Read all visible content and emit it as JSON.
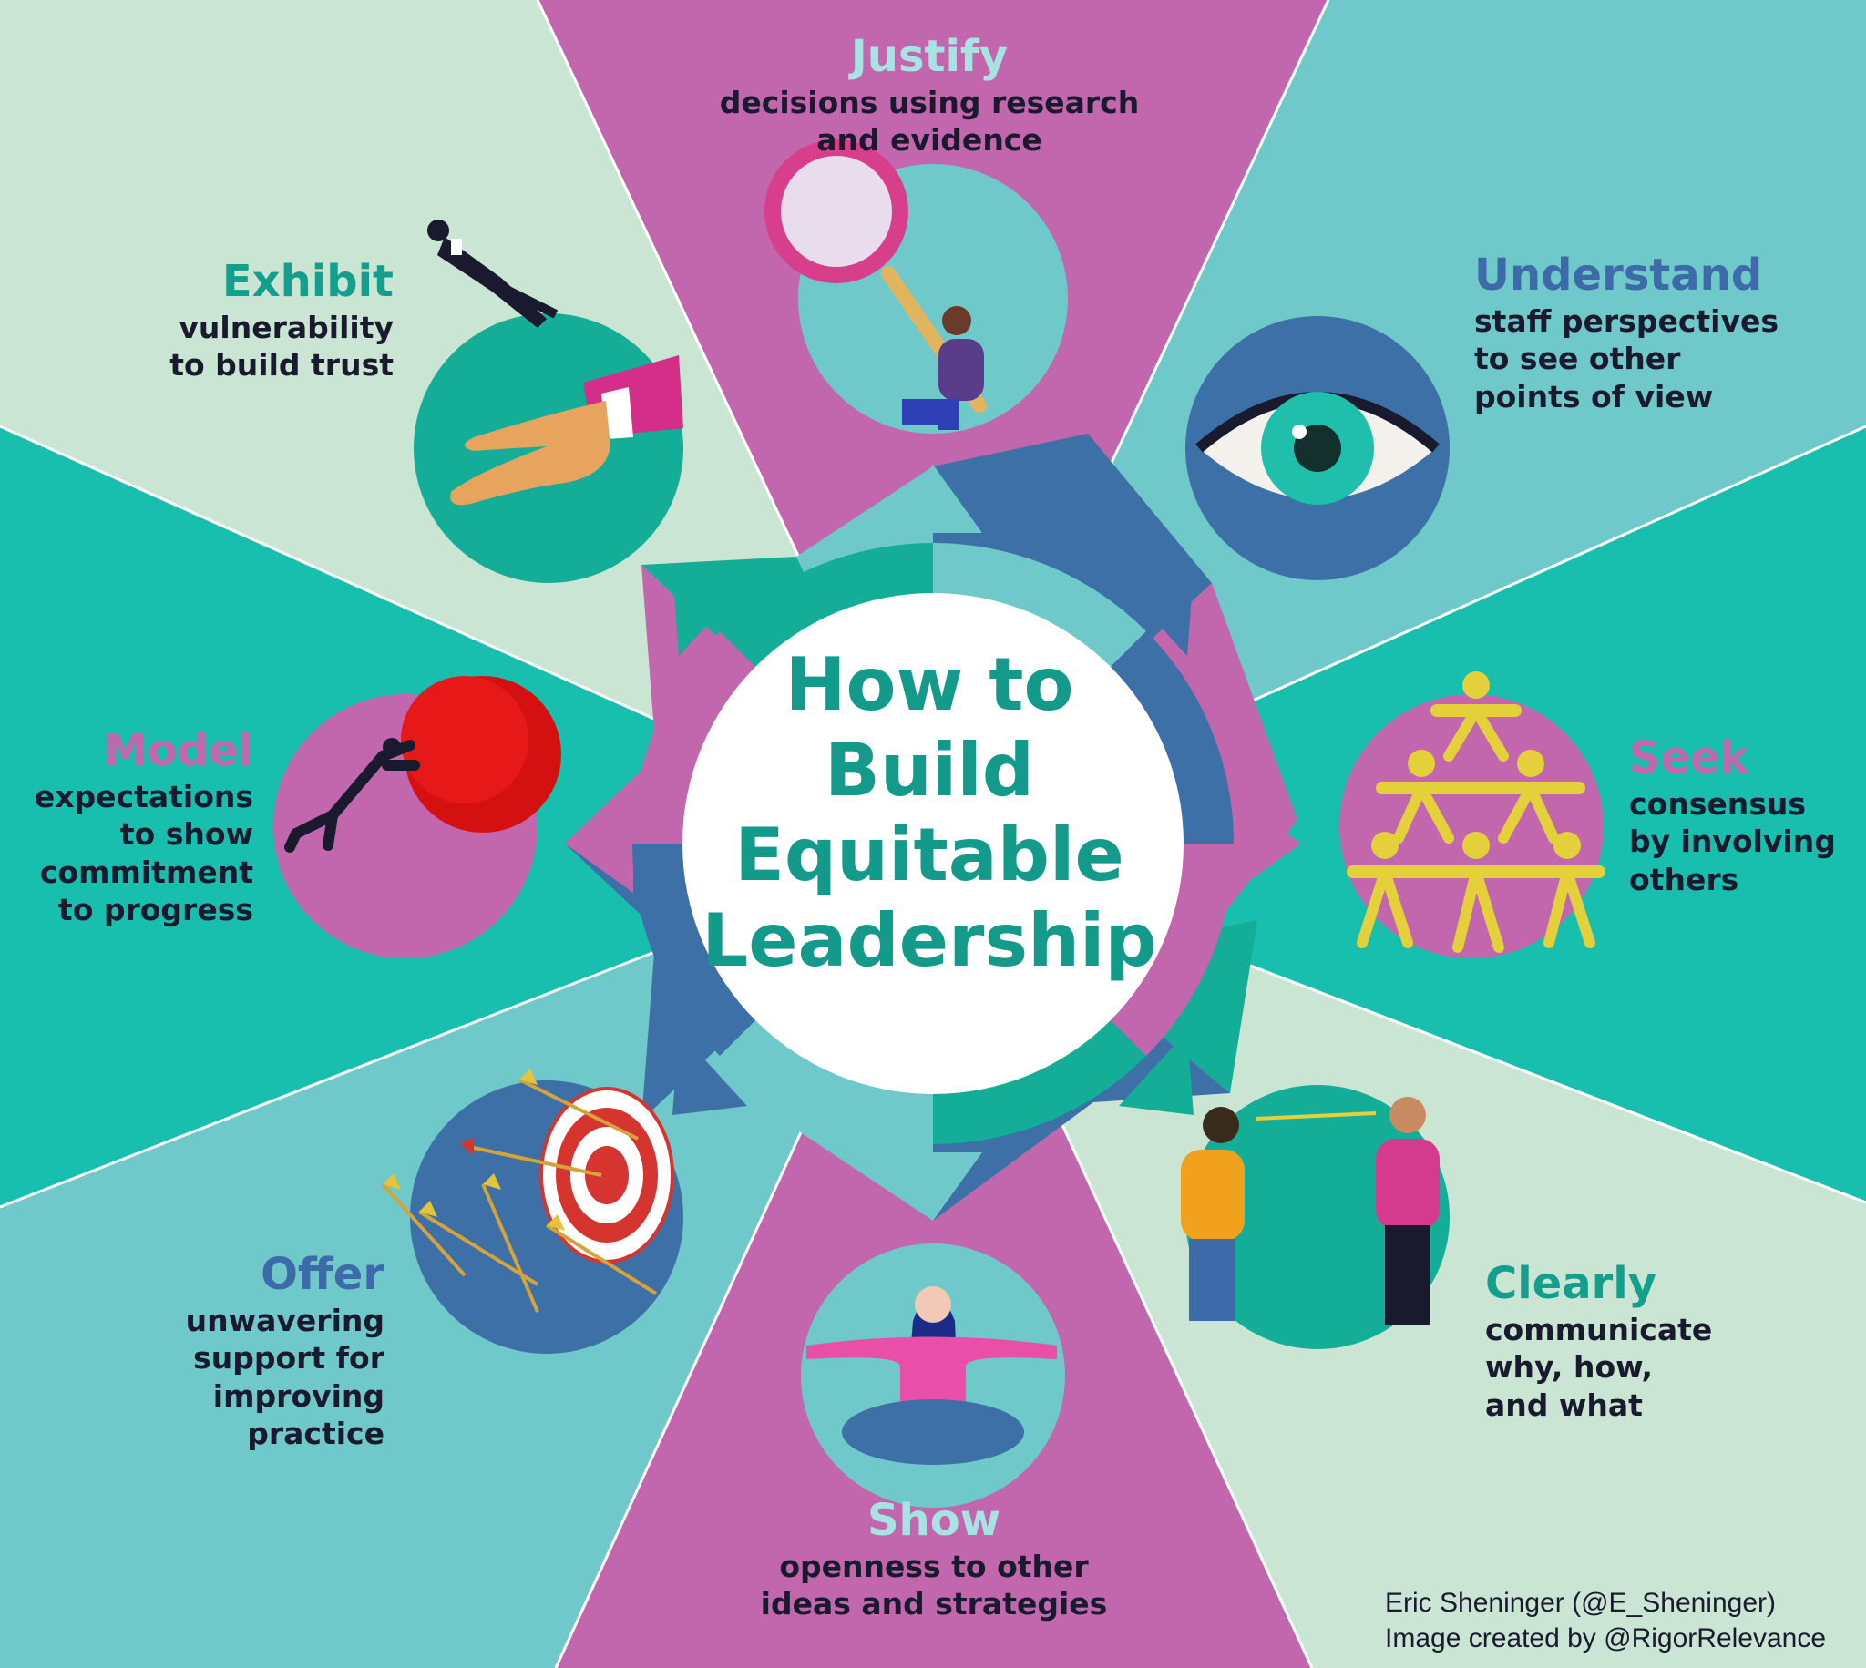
{
  "title": "How to Build Equitable Leadership",
  "title_lines": [
    "How to",
    "Build",
    "Equitable",
    "Leadership"
  ],
  "colors": {
    "teal": "#18bfae",
    "light_teal": "#6fc8c9",
    "pale_green": "#cae5d3",
    "magenta": "#c266ae",
    "deep_teal": "#14ad98",
    "blue": "#3e70a8",
    "title_teal": "#149a8b",
    "red_ball": "#d51010",
    "yellow": "#e3d03a"
  },
  "sections": [
    {
      "id": "justify",
      "heading": "Justify",
      "body": [
        "decisions using research",
        "and evidence"
      ],
      "heading_color": "#a8e3e4",
      "icon": "magnifying-glass-icon"
    },
    {
      "id": "understand",
      "heading": "Understand",
      "body": [
        "staff perspectives",
        "to see other",
        "points of view"
      ],
      "heading_color": "#3d6aa8",
      "icon": "eye-icon"
    },
    {
      "id": "seek",
      "heading": "Seek",
      "body": [
        "consensus",
        "by involving",
        "others"
      ],
      "heading_color": "#c266ae",
      "icon": "people-pyramid-icon"
    },
    {
      "id": "clearly",
      "heading": "Clearly",
      "body": [
        "communicate",
        "why, how,",
        "and what"
      ],
      "heading_color": "#149e8c",
      "icon": "conversation-icon"
    },
    {
      "id": "show",
      "heading": "Show",
      "body": [
        "openness to other",
        "ideas and strategies"
      ],
      "heading_color": "#a8e3e4",
      "icon": "meditating-person-icon"
    },
    {
      "id": "offer",
      "heading": "Offer",
      "body": [
        "unwavering",
        "support for",
        "improving",
        "practice"
      ],
      "heading_color": "#3d6aa8",
      "icon": "target-arrows-icon"
    },
    {
      "id": "model",
      "heading": "Model",
      "body": [
        "expectations",
        "to show",
        "commitment",
        "to progress"
      ],
      "heading_color": "#c266ae",
      "icon": "pushing-ball-icon"
    },
    {
      "id": "exhibit",
      "heading": "Exhibit",
      "body": [
        "vulnerability",
        "to build trust"
      ],
      "heading_color": "#149e8c",
      "icon": "open-hand-icon"
    }
  ],
  "credit": [
    "Eric Sheninger (@E_Sheninger)",
    "Image created by @RigorRelevance"
  ]
}
